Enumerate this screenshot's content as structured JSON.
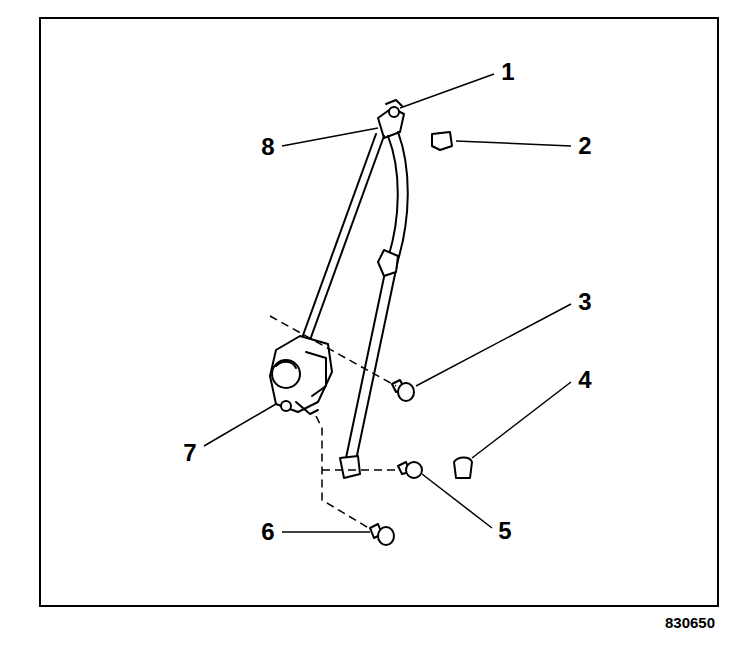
{
  "diagram": {
    "labels": [
      "1",
      "2",
      "3",
      "4",
      "5",
      "6",
      "7",
      "8",
      "830650"
    ]
  }
}
